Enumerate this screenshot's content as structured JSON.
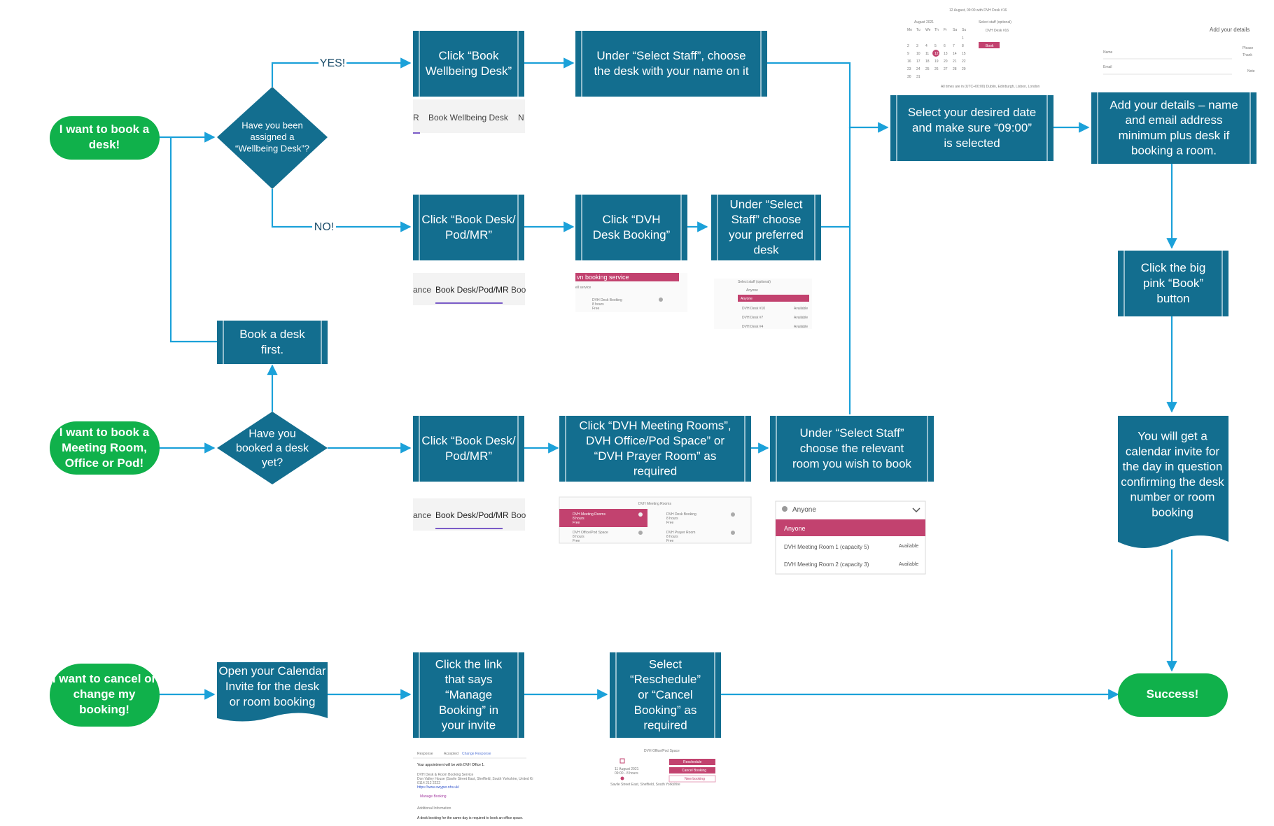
{
  "diagram": {
    "nodes": {
      "start_book_desk": "I want to book a\ndesk!",
      "q_wellbeing": "Have you been\nassigned a\n“Wellbeing Desk”?",
      "click_wellbeing": "Click “Book\nWellbeing Desk”",
      "select_staff_name": "Under “Select Staff”, choose\nthe desk with your name on it",
      "click_desk_pod_1": "Click “Book Desk/\nPod/MR”",
      "click_dvh_desk": "Click “DVH\nDesk Booking”",
      "select_staff_pref": "Under “Select\nStaff” choose\nyour preferred\ndesk",
      "book_desk_first": "Book a desk\nfirst.",
      "start_meeting": "I want to book a\nMeeting Room,\nOffice or Pod!",
      "q_booked": "Have you\nbooked a desk\nyet?",
      "click_desk_pod_2": "Click “Book Desk/\nPod/MR”",
      "click_meeting_rooms": "Click “DVH Meeting Rooms”,\nDVH Office/Pod Space” or\n“DVH Prayer Room” as\nrequired",
      "select_staff_room": "Under “Select Staff”\nchoose the relevant\nroom you wish to book",
      "select_date": "Select your desired date\nand make sure “09:00”\nis selected",
      "add_details": "Add your details – name\nand email address\nminimum plus desk if\nbooking a room.",
      "click_book": "Click the big\npink “Book”\nbutton",
      "calendar_invite": "You will get a\ncalendar invite for\nthe day in question\nconfirming the desk\nnumber or room\nbooking",
      "start_cancel": "I want to cancel or\nchange my\nbooking!",
      "open_calendar": "Open your Calendar\nInvite for the desk\nor room booking",
      "click_manage": "Click the link\nthat says\n“Manage\nBooking” in\nyour invite",
      "select_reschedule": "Select\n“Reschedule”\nor “Cancel\nBooking” as\nrequired",
      "success": "Success!"
    },
    "edges": {
      "yes": "YES!",
      "no": "NO!"
    },
    "screenshots": {
      "tabs_wellbeing": {
        "left": "R",
        "active": "Book Wellbeing Desk",
        "right": "N"
      },
      "tabs_desk_1": {
        "left": "ance",
        "active": "Book Desk/Pod/MR",
        "right": "Boo"
      },
      "tabs_desk_2": {
        "left": "ance",
        "active": "Book Desk/Pod/MR",
        "right": "Boo"
      },
      "service": {
        "header": "vn booking service",
        "sub": "ell service",
        "item": "DVH Desk Booking",
        "meta1": "8 hours",
        "meta2": "Free"
      },
      "staff_desks": {
        "title": "Select staff (optional)",
        "value": "Anyone",
        "opt0": "Anyone",
        "opt1": "DVH Desk #10",
        "opt2": "DVH Desk #7",
        "opt3": "DVH Desk #4",
        "status": "Available"
      },
      "meeting_services": {
        "title": "DVH Meeting Rooms",
        "s1": "DVH Meeting Rooms",
        "s2": "DVH Desk Booking",
        "s3": "DVH Office/Pod Space",
        "s4": "DVH Prayer Room",
        "meta1": "8 hours",
        "meta2": "Free"
      },
      "room_select": {
        "value": "Anyone",
        "opt0": "Anyone",
        "opt1": "DVH Meeting Room 1 (capacity 5)",
        "opt2": "DVH Meeting Room 2 (capacity 3)",
        "status": "Available"
      },
      "calendar": {
        "header": "12 August, 09:00 with DVH Desk #16",
        "month": "August 2021",
        "staff_label": "Select staff (optional)",
        "staff_value": "DVH Desk #16",
        "button": "Book",
        "footer": "All times are in (UTC+00:00) Dublin, Edinburgh, Lisbon, London",
        "days": [
          "Mo",
          "Tu",
          "We",
          "Th",
          "Fr",
          "Sa",
          "Su"
        ]
      },
      "details": {
        "title": "Add your details",
        "name": "Name",
        "email": "Email",
        "side1": "Please",
        "side2": "Thank",
        "note": "Note"
      },
      "invite": {
        "tab1": "Response",
        "tab2": "Accepted",
        "tab3": "Change Response",
        "line1": "Your appointment will be with DVH Office 1.",
        "line2": "DVH Desk & Room Booking Service",
        "line3": "Don Valley House (Savile Street East, Sheffield, South Yorkshire, United Ki",
        "line4": "0114 212 2222",
        "link": "https://www.swyper.nhs.uk/",
        "manage": "Manage Booking",
        "info": "Additional Information",
        "note": "A desk booking for the same day is required to book an office space."
      },
      "reschedule": {
        "title": "DVH Office/Pod Space",
        "date": "11 August 2021",
        "time": "09:00 - 8 hours",
        "place": "Savile Street East, Sheffield, South Yorkshire",
        "b1": "Reschedule",
        "b2": "Cancel Booking",
        "b3": "New booking"
      }
    }
  }
}
